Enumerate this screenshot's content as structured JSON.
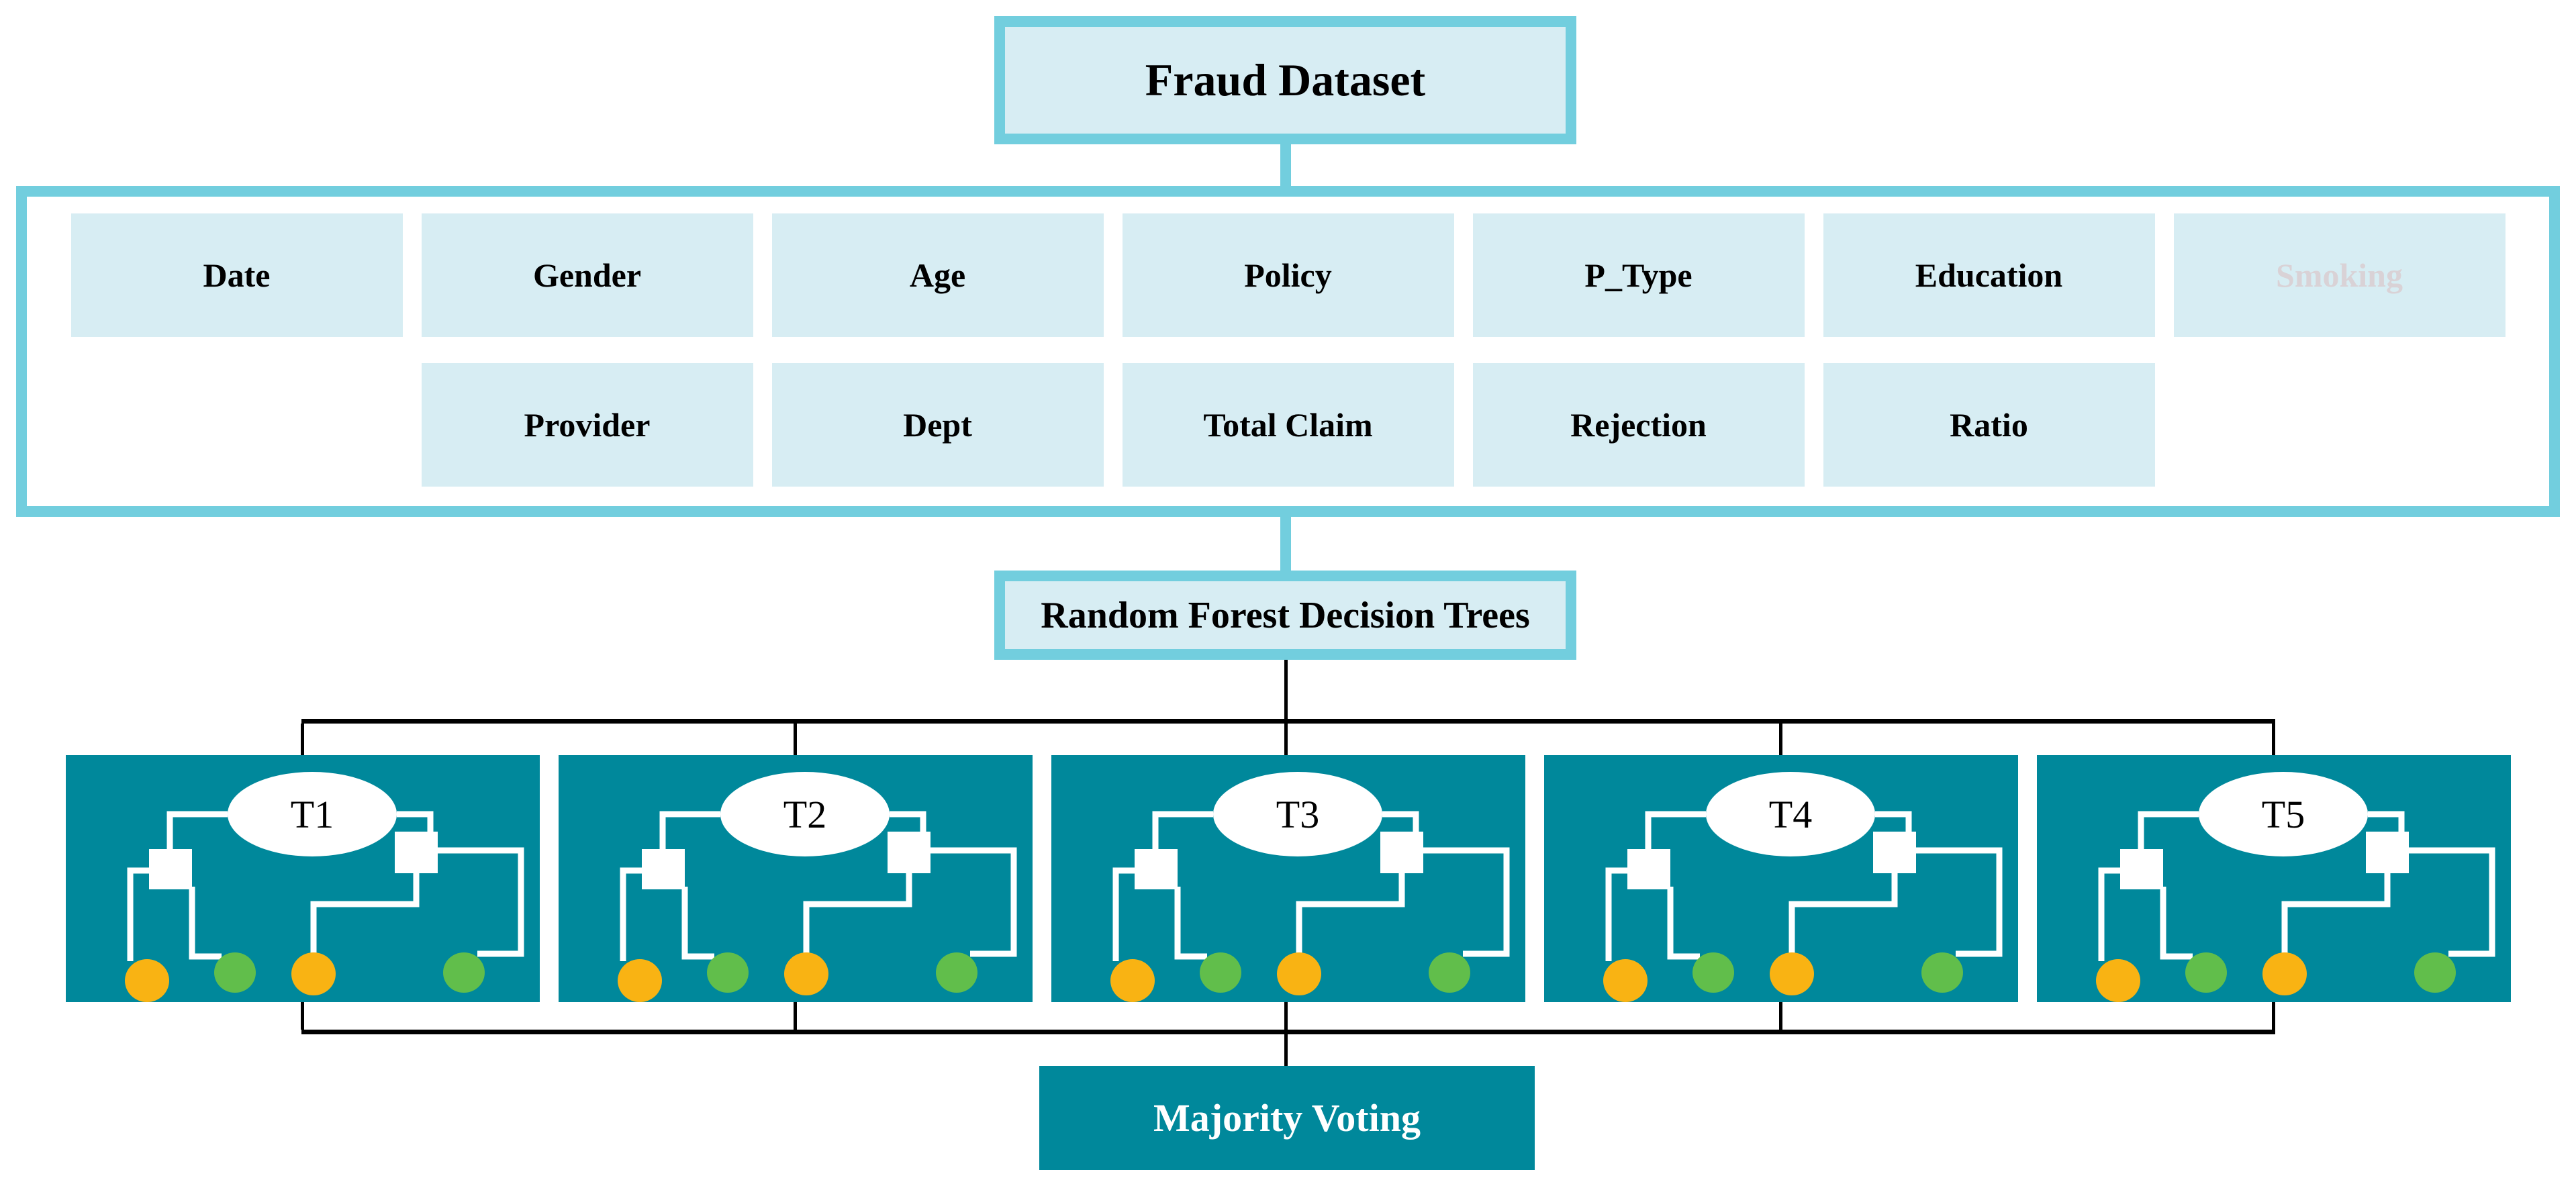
{
  "title_box": {
    "label": "Fraud Dataset"
  },
  "features": {
    "row1": [
      "Date",
      "Gender",
      "Age",
      "Policy",
      "P_Type",
      "Education",
      "Smoking"
    ],
    "row2": [
      "Provider",
      "Dept",
      "Total Claim",
      "Rejection",
      "Ratio"
    ],
    "dimmed_feature": "Smoking"
  },
  "random_forest": {
    "label": "Random Forest Decision Trees"
  },
  "trees": [
    {
      "label": "T1"
    },
    {
      "label": "T2"
    },
    {
      "label": "T3"
    },
    {
      "label": "T4"
    },
    {
      "label": "T5"
    }
  ],
  "tree_leaf_colors": [
    "orange",
    "green",
    "orange",
    "green"
  ],
  "voting": {
    "label": "Majority Voting"
  },
  "colors": {
    "teal": "#00889B",
    "border_turquoise": "#72CEDE",
    "panel_fill": "#D7EDF3",
    "leaf_orange": "#F9B313",
    "leaf_green": "#61BE4B",
    "dimmed_text": "#D9D2D6",
    "line_black": "#000000"
  }
}
